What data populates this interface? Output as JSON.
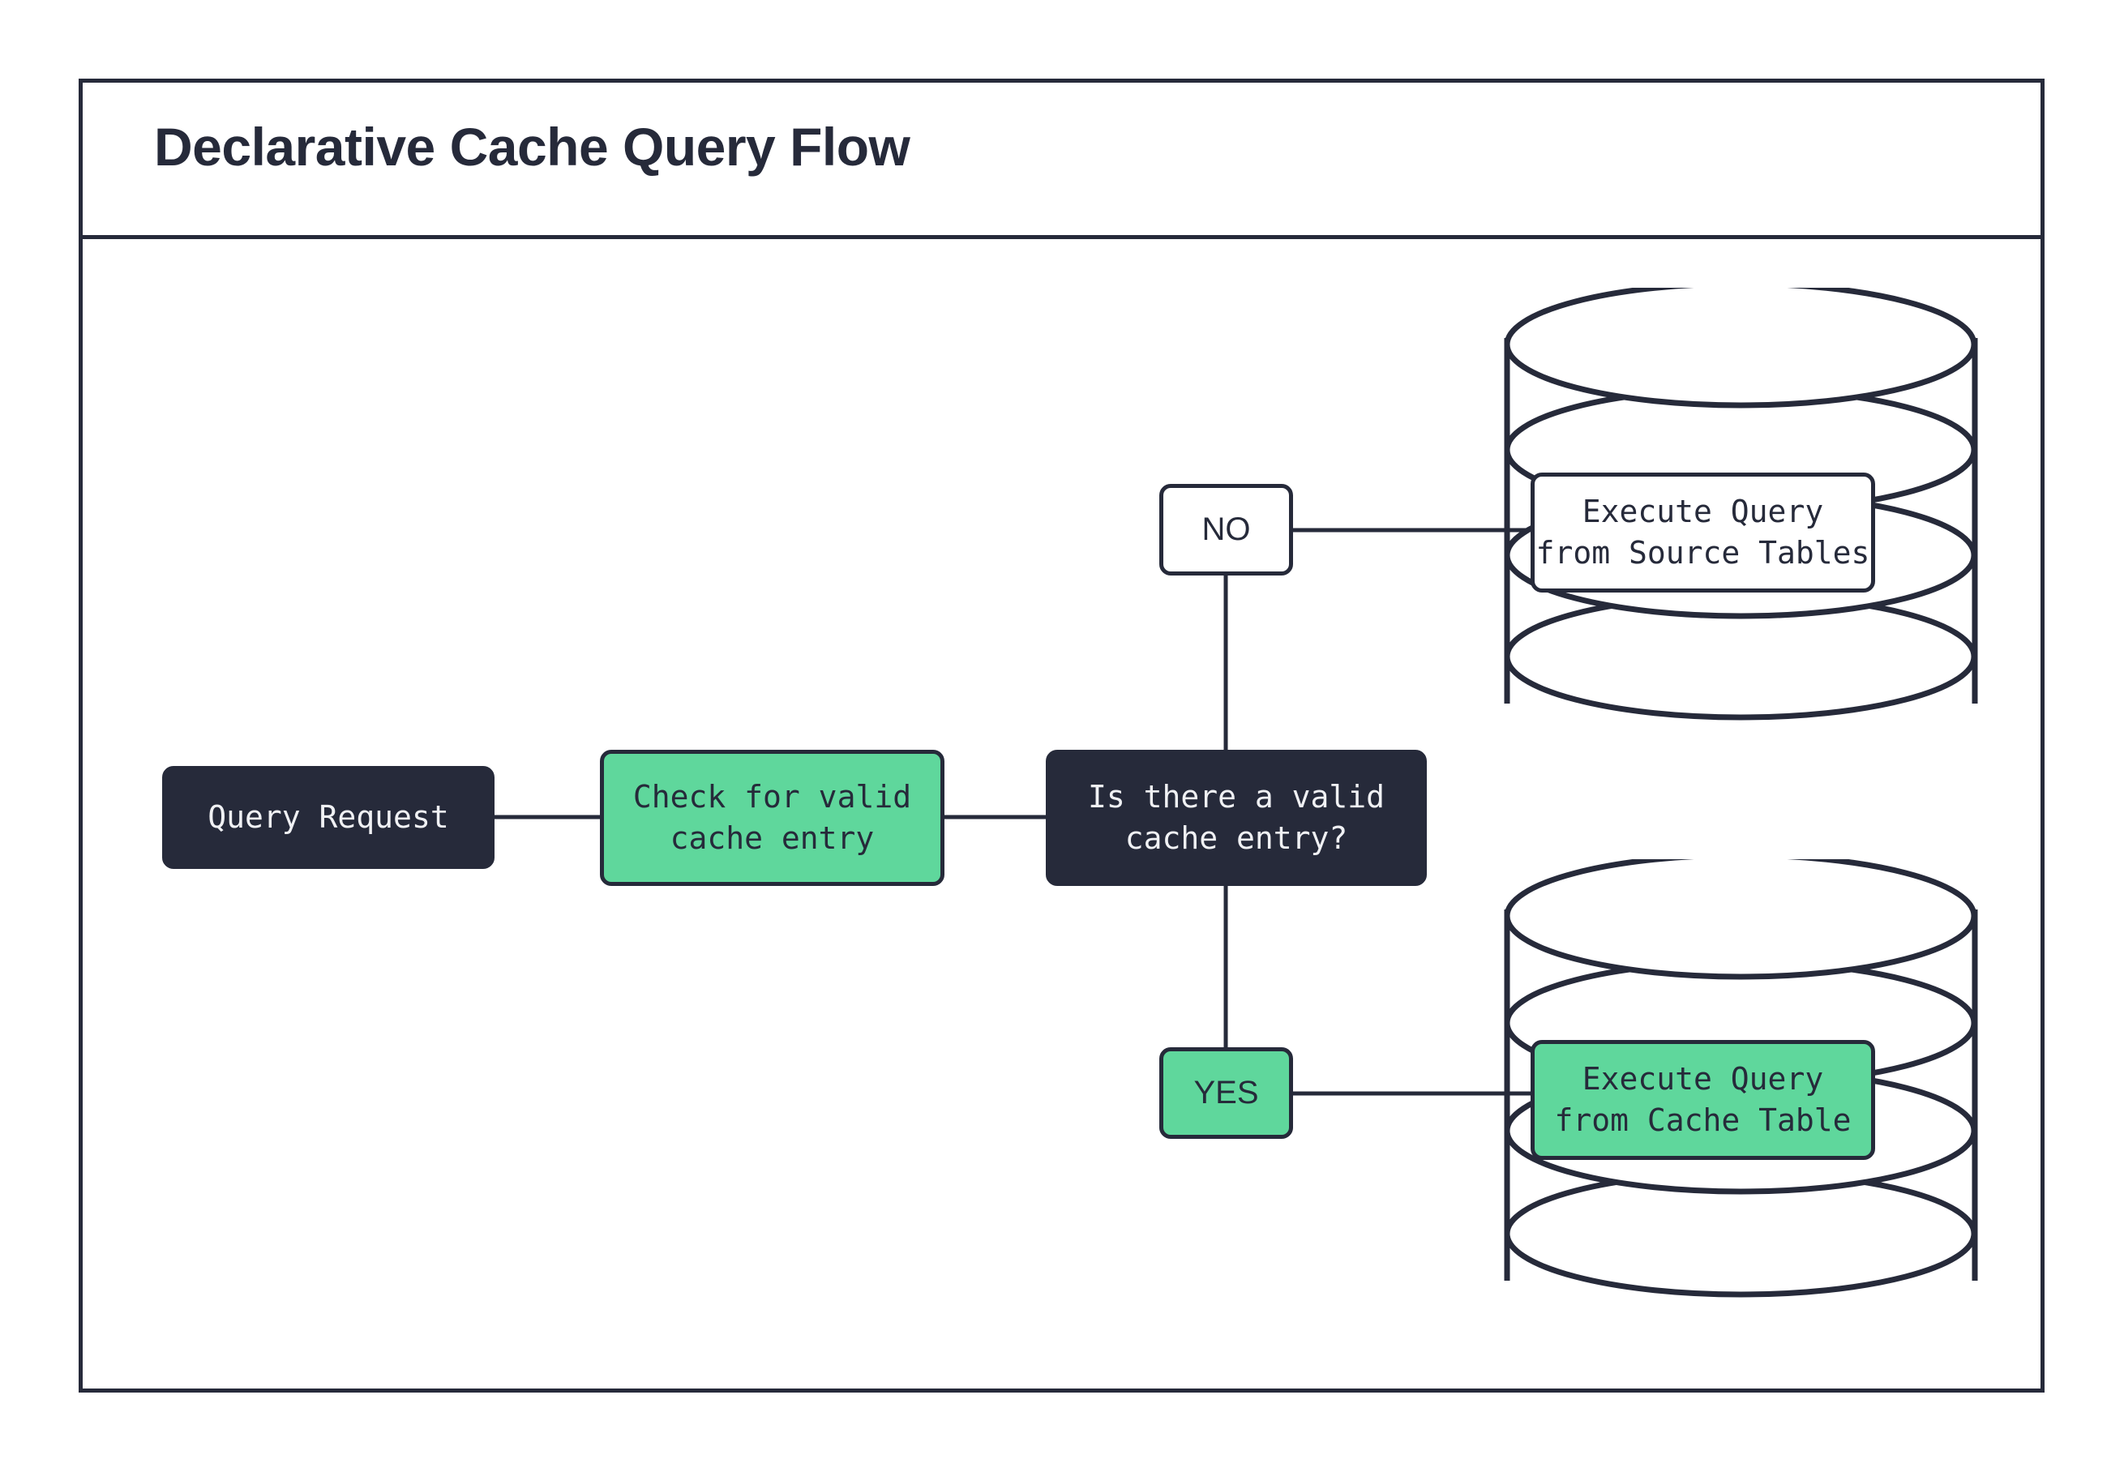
{
  "diagram": {
    "title": "Declarative Cache Query Flow",
    "type": "flowchart",
    "colors": {
      "dark": "#262a3a",
      "green": "#5fd79c",
      "white": "#ffffff",
      "stroke": "#262a3a"
    },
    "nodes": {
      "query_request": {
        "label": "Query Request",
        "shape": "rounded-rect",
        "fill": "dark"
      },
      "check_cache": {
        "label": "Check for valid\ncache entry",
        "shape": "rounded-rect",
        "fill": "green"
      },
      "decision": {
        "label": "Is there a valid\ncache entry?",
        "shape": "rounded-rect",
        "fill": "dark"
      },
      "source_tables": {
        "label": "Execute Query\nfrom Source Tables",
        "shape": "database-cylinder",
        "fill": "white"
      },
      "cache_table": {
        "label": "Execute Query\nfrom Cache Table",
        "shape": "database-cylinder",
        "fill": "green"
      }
    },
    "branches": {
      "no": {
        "label": "NO",
        "fill": "white",
        "target": "source_tables"
      },
      "yes": {
        "label": "YES",
        "fill": "green",
        "target": "cache_table"
      }
    },
    "edges": [
      {
        "from": "query_request",
        "to": "check_cache"
      },
      {
        "from": "check_cache",
        "to": "decision"
      },
      {
        "from": "decision",
        "to": "no"
      },
      {
        "from": "no",
        "to": "source_tables"
      },
      {
        "from": "decision",
        "to": "yes"
      },
      {
        "from": "yes",
        "to": "cache_table"
      }
    ]
  }
}
